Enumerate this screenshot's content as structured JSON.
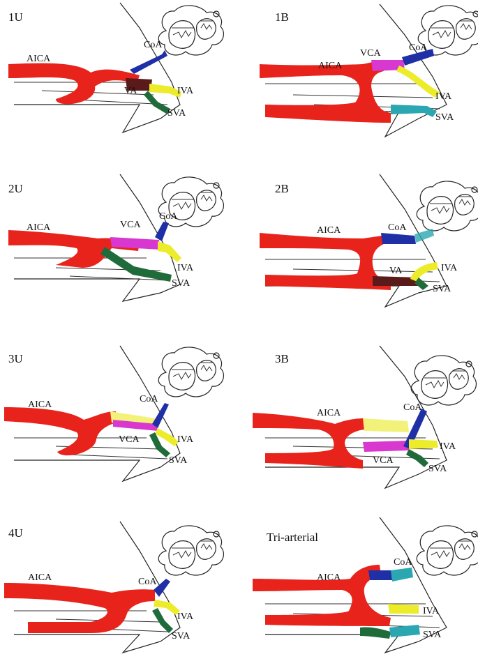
{
  "colors": {
    "aica": "#e8231c",
    "vca": "#d838d0",
    "coa": "#1f2fa6",
    "ivA": "#ecec2a",
    "sva": "#1f6b3a",
    "va": "#5a1a1a",
    "svaTeal": "#2aa7b0",
    "paleYellow": "#f2f27a"
  },
  "panels": [
    {
      "id": "1U",
      "title": "1U",
      "labels": {
        "aica": "AICA",
        "coa": "CoA",
        "va": "VA",
        "iva": "IVA",
        "sva": "SVA"
      }
    },
    {
      "id": "1B",
      "title": "1B",
      "labels": {
        "aica": "AICA",
        "vca": "VCA",
        "coa": "CoA",
        "iva": "IVA",
        "sva": "SVA"
      }
    },
    {
      "id": "2U",
      "title": "2U",
      "labels": {
        "aica": "AICA",
        "vca": "VCA",
        "coa": "CoA",
        "iva": "IVA",
        "sva": "SVA"
      }
    },
    {
      "id": "2B",
      "title": "2B",
      "labels": {
        "aica": "AICA",
        "coa": "CoA",
        "va": "VA",
        "iva": "IVA",
        "sva": "SVA"
      }
    },
    {
      "id": "3U",
      "title": "3U",
      "labels": {
        "aica": "AICA",
        "coa": "CoA",
        "vca": "VCA",
        "iva": "IVA",
        "sva": "SVA"
      }
    },
    {
      "id": "3B",
      "title": "3B",
      "labels": {
        "aica": "AICA",
        "coa": "CoA",
        "vca": "VCA",
        "iva": "IVA",
        "sva": "SVA"
      }
    },
    {
      "id": "4U",
      "title": "4U",
      "labels": {
        "aica": "AICA",
        "coa": "CoA",
        "iva": "IVA",
        "sva": "SVA"
      }
    },
    {
      "id": "TA",
      "title": "Tri-arterial",
      "labels": {
        "aica": "AICA",
        "coa": "CoA",
        "iva": "IVA",
        "sva": "SVA"
      }
    }
  ]
}
